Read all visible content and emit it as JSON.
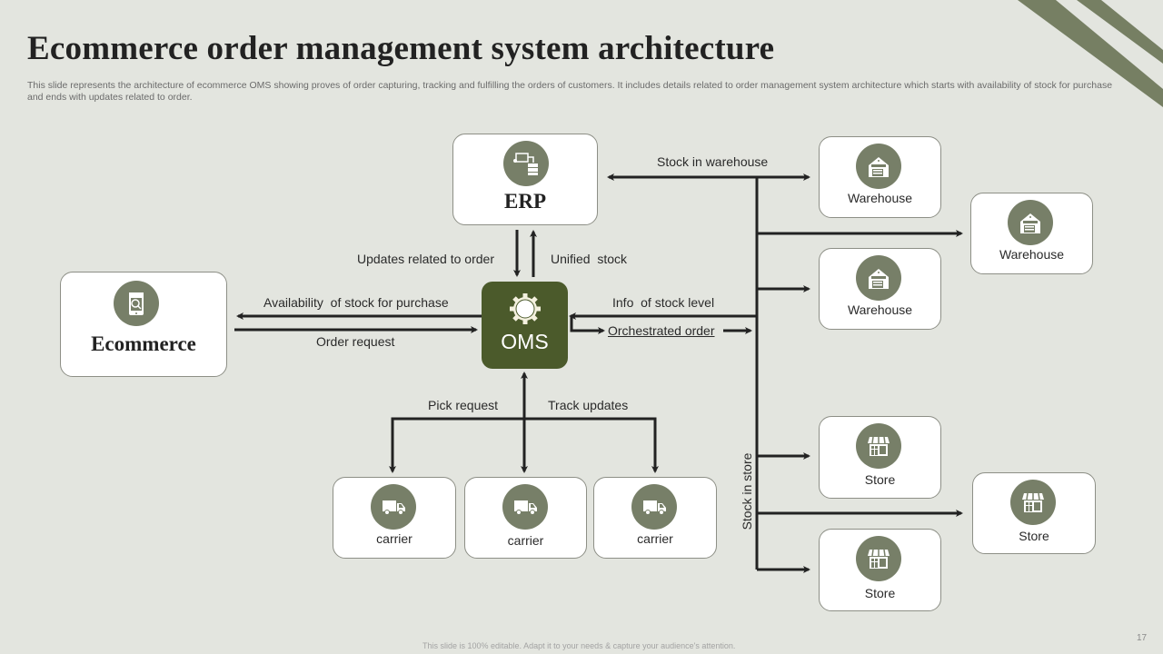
{
  "slide": {
    "title": "Ecommerce order management system architecture",
    "subtitle": "This slide represents the architecture of ecommerce OMS showing proves of order capturing, tracking and fulfilling the orders of customers. It includes details related to order management system architecture which starts with availability of stock for purchase and ends with updates related to order.",
    "footer": "This slide is 100% editable. Adapt it to your needs & capture your audience's attention.",
    "page_number": "17",
    "colors": {
      "accent": "#777f68",
      "oms": "#4b5a2b",
      "background": "#e3e5df",
      "stripe": "#767f63"
    }
  },
  "nodes": {
    "erp": {
      "label": "ERP",
      "icon": "erp-server-icon"
    },
    "ecommerce": {
      "label": "Ecommerce",
      "icon": "mobile-shop-icon"
    },
    "oms": {
      "label": "OMS",
      "icon": "gear-icon"
    },
    "warehouses": [
      {
        "label": "Warehouse",
        "icon": "warehouse-icon"
      },
      {
        "label": "Warehouse",
        "icon": "warehouse-icon"
      },
      {
        "label": "Warehouse",
        "icon": "warehouse-icon"
      }
    ],
    "stores": [
      {
        "label": "Store",
        "icon": "store-icon"
      },
      {
        "label": "Store",
        "icon": "store-icon"
      },
      {
        "label": "Store",
        "icon": "store-icon"
      }
    ],
    "carriers": [
      {
        "label": "carrier",
        "icon": "truck-icon"
      },
      {
        "label": "carrier",
        "icon": "truck-icon"
      },
      {
        "label": "carrier",
        "icon": "truck-icon"
      }
    ]
  },
  "edges": {
    "stock_in_warehouse": "Stock in warehouse",
    "updates_related_to_order": "Updates related to order",
    "unified_stock": "Unified  stock",
    "availability": "Availability  of stock for purchase",
    "order_request": "Order request",
    "info_stock_level": "Info  of stock level",
    "orchestrated_order": "Orchestrated order",
    "pick_request": "Pick request",
    "track_updates": "Track updates",
    "stock_in_store": "Stock in store"
  }
}
